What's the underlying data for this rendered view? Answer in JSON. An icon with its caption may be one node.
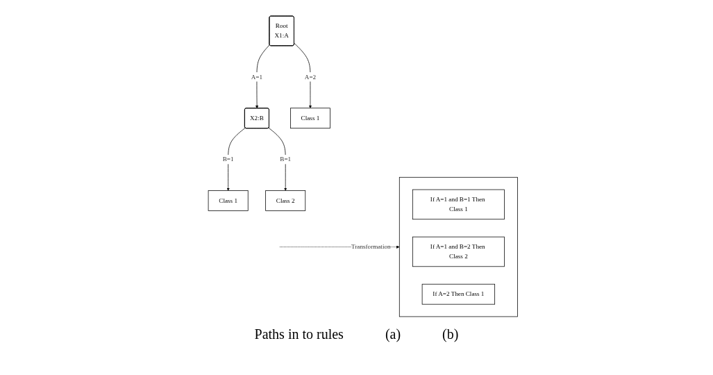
{
  "diagram": {
    "nodes": [
      {
        "text": [
          "Root",
          "X1:A"
        ]
      },
      {
        "text": [
          "X2:B"
        ]
      },
      {
        "text": [
          "Class 1"
        ]
      },
      {
        "text": [
          "Class 1"
        ]
      },
      {
        "text": [
          "Class 2"
        ]
      },
      {
        "text": [],
        "shape": "box"
      },
      {
        "text": [
          "If A=1 and B=1 Then Class 1"
        ],
        "in": 5
      },
      {
        "text": [
          "If A=1 and B=2 Then Class 2"
        ],
        "in": 5
      },
      {
        "text": [
          "If A=2 Then Class 1"
        ],
        "in": 5
      }
    ],
    "edges": [
      {
        "from": 0,
        "to": 1,
        "arrow": "to",
        "label": "A=1"
      },
      {
        "from": 0,
        "to": 2,
        "arrow": "to",
        "label": "A=2"
      },
      {
        "from": 1,
        "to": 3,
        "arrow": "to",
        "label": "B=1"
      },
      {
        "from": 1,
        "to": 4,
        "arrow": "to",
        "label": "B=1"
      },
      {
        "from": null,
        "to": 5,
        "arrow": "to",
        "label": "Transformation",
        "style": "dashed"
      }
    ],
    "labels": [
      "Paths in to rules",
      "(a)",
      "(b)"
    ]
  }
}
